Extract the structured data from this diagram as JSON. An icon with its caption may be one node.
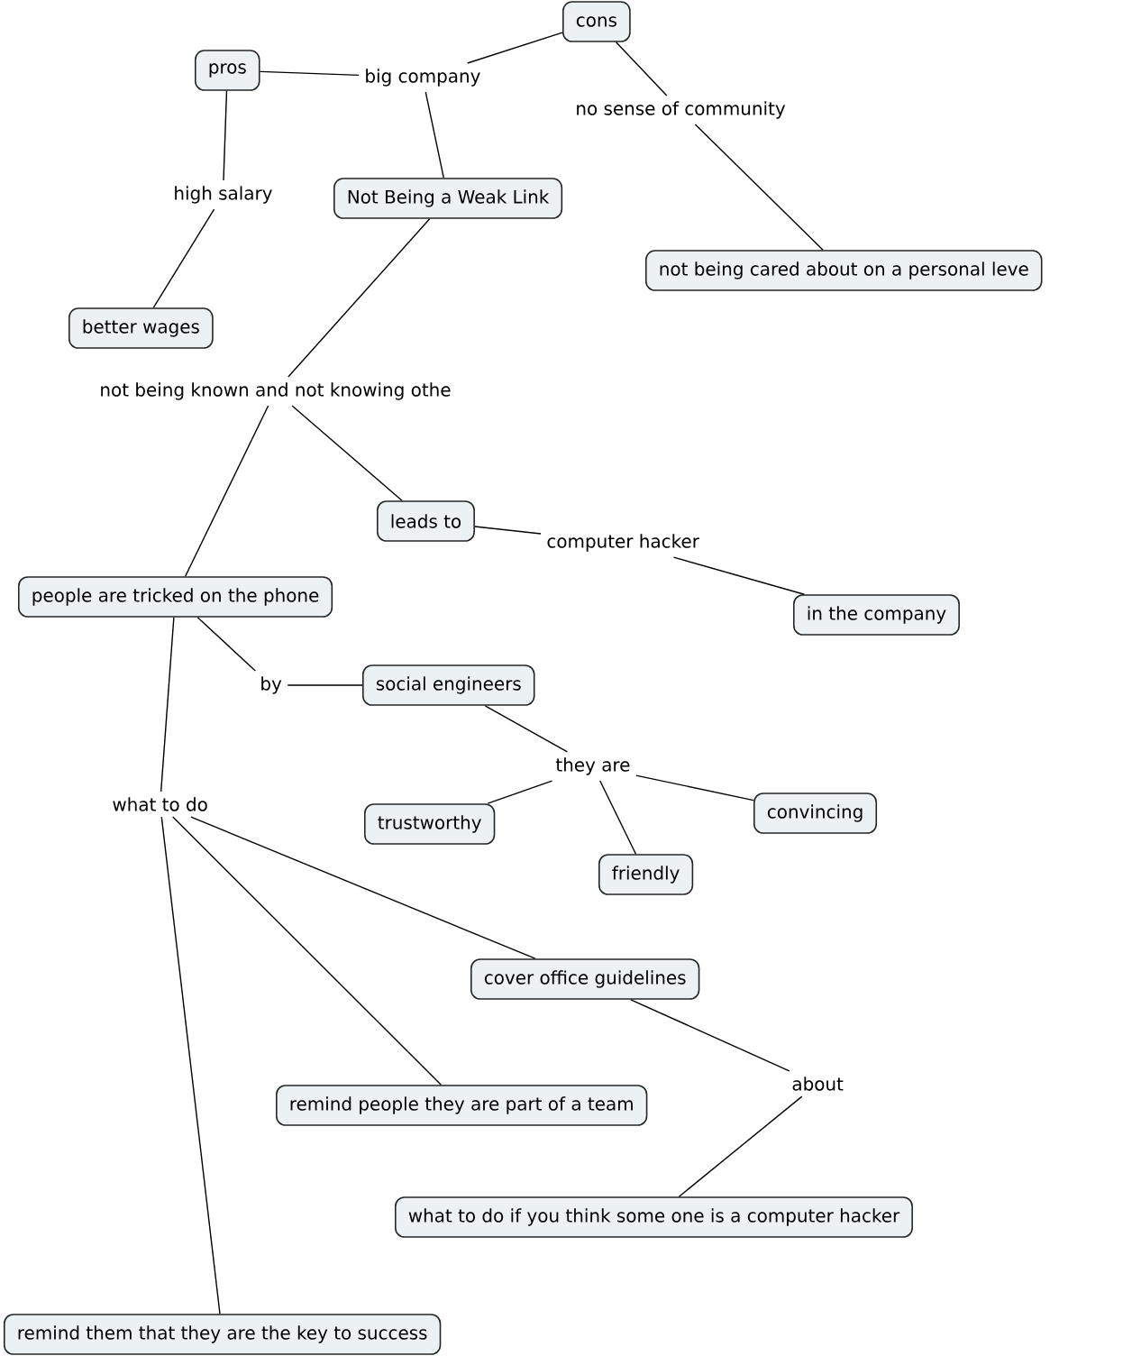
{
  "diagram": {
    "nodes": [
      {
        "text": [
          "cons"
        ]
      },
      {
        "text": [
          "pros"
        ]
      },
      {
        "text": [
          "big company"
        ]
      },
      {
        "text": [
          "no sense of community"
        ]
      },
      {
        "text": [
          "high salary"
        ]
      },
      {
        "text": [
          "Not Being a Weak Link"
        ]
      },
      {
        "text": [
          "not being cared about on a personal leve"
        ]
      },
      {
        "text": [
          "better wages"
        ]
      },
      {
        "text": [
          "not being known and not knowing othe"
        ]
      },
      {
        "text": [
          "leads to"
        ]
      },
      {
        "text": [
          "computer hacker"
        ]
      },
      {
        "text": [
          "people are tricked on the phone"
        ]
      },
      {
        "text": [
          "in the company"
        ]
      },
      {
        "text": [
          "by"
        ]
      },
      {
        "text": [
          "social engineers"
        ]
      },
      {
        "text": [
          "they are"
        ]
      },
      {
        "text": [
          "what to do"
        ]
      },
      {
        "text": [
          "trustworthy"
        ]
      },
      {
        "text": [
          "convincing"
        ]
      },
      {
        "text": [
          "friendly"
        ]
      },
      {
        "text": [
          "cover office guidelines"
        ]
      },
      {
        "text": [
          "about"
        ]
      },
      {
        "text": [
          "remind people they are part of a team"
        ]
      },
      {
        "text": [
          "what to do if you think some one is a computer hacker"
        ]
      },
      {
        "text": [
          "remind them that they are the key to success"
        ]
      }
    ],
    "edges": [
      {
        "from": 1,
        "to": 2,
        "arrow": "none"
      },
      {
        "from": 2,
        "to": 0,
        "arrow": "none"
      },
      {
        "from": 2,
        "to": 5,
        "arrow": "none"
      },
      {
        "from": 0,
        "to": 3,
        "arrow": "none"
      },
      {
        "from": 3,
        "to": 6,
        "arrow": "none"
      },
      {
        "from": 1,
        "to": 4,
        "arrow": "none"
      },
      {
        "from": 4,
        "to": 7,
        "arrow": "none"
      },
      {
        "from": 5,
        "to": 8,
        "arrow": "none"
      },
      {
        "from": 8,
        "to": 11,
        "arrow": "none"
      },
      {
        "from": 8,
        "to": 9,
        "arrow": "none"
      },
      {
        "from": 9,
        "to": 10,
        "arrow": "none"
      },
      {
        "from": 10,
        "to": 12,
        "arrow": "none"
      },
      {
        "from": 11,
        "to": 13,
        "arrow": "none"
      },
      {
        "from": 13,
        "to": 14,
        "arrow": "none"
      },
      {
        "from": 14,
        "to": 15,
        "arrow": "none"
      },
      {
        "from": 15,
        "to": 17,
        "arrow": "none"
      },
      {
        "from": 15,
        "to": 19,
        "arrow": "none"
      },
      {
        "from": 15,
        "to": 18,
        "arrow": "none"
      },
      {
        "from": 11,
        "to": 16,
        "arrow": "none"
      },
      {
        "from": 16,
        "to": 20,
        "arrow": "none"
      },
      {
        "from": 16,
        "to": 22,
        "arrow": "none"
      },
      {
        "from": 16,
        "to": 24,
        "arrow": "none"
      },
      {
        "from": 20,
        "to": 21,
        "arrow": "none"
      },
      {
        "from": 21,
        "to": 23,
        "arrow": "none"
      }
    ]
  }
}
